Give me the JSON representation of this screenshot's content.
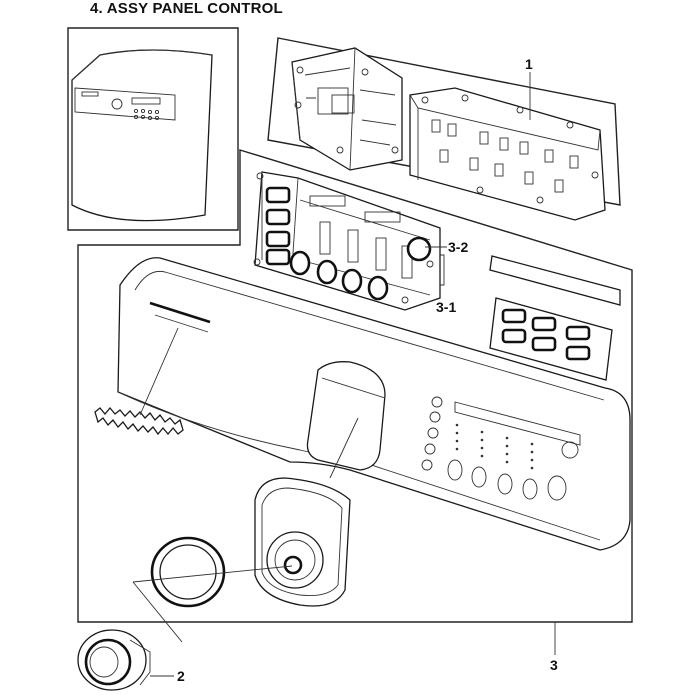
{
  "title": "4. ASSY PANEL CONTROL",
  "callouts": {
    "pcb_assembly": "1",
    "knob": "2",
    "panel_assembly": "3",
    "panel_sub_1": "3-1",
    "panel_sub_2": "3-2"
  }
}
